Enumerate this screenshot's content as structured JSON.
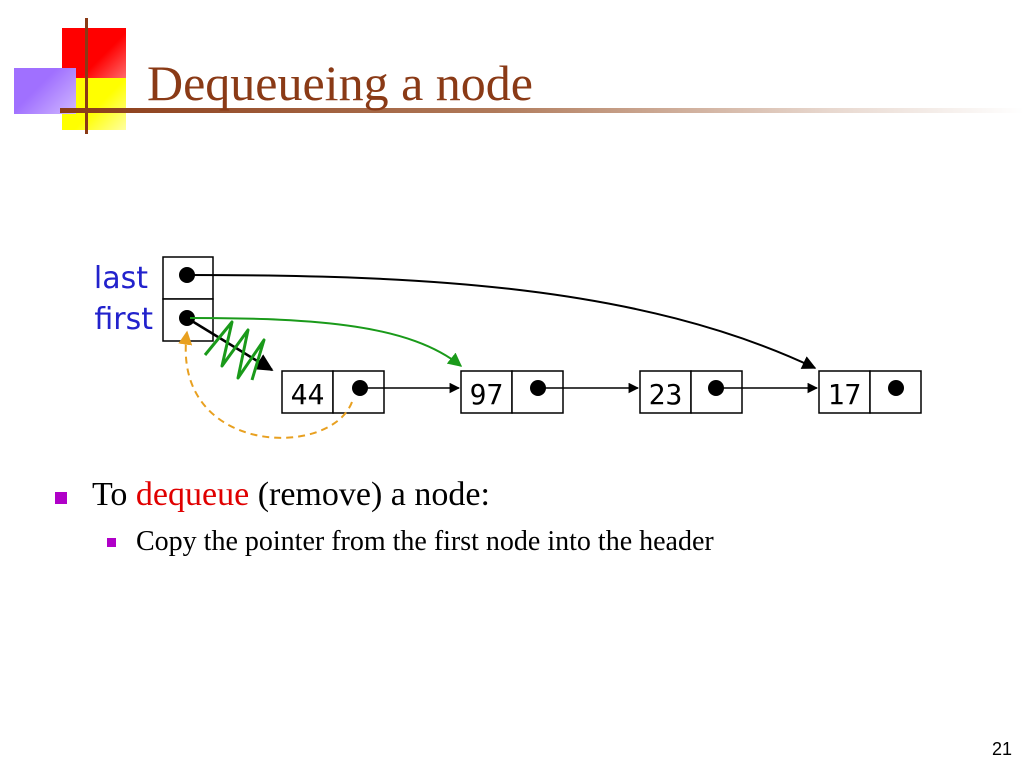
{
  "title": "Dequeueing a node",
  "header_labels": {
    "last": "last",
    "first": "first"
  },
  "nodes": [
    "44",
    "97",
    "23",
    "17"
  ],
  "bullet": {
    "prefix": "To ",
    "emphasis": "dequeue",
    "suffix": " (remove) a node:"
  },
  "sub_bullet": "Copy the pointer from the first node into the header",
  "page_number": "21",
  "colors": {
    "title": "#8a3a16",
    "header_labels": "#2222cc",
    "emphasis": "#e00000",
    "bullet_marker": "#b000c8",
    "new_pointer": "#1a9a1a",
    "copied_pointer": "#e8a020",
    "old_pointer": "#000000"
  }
}
